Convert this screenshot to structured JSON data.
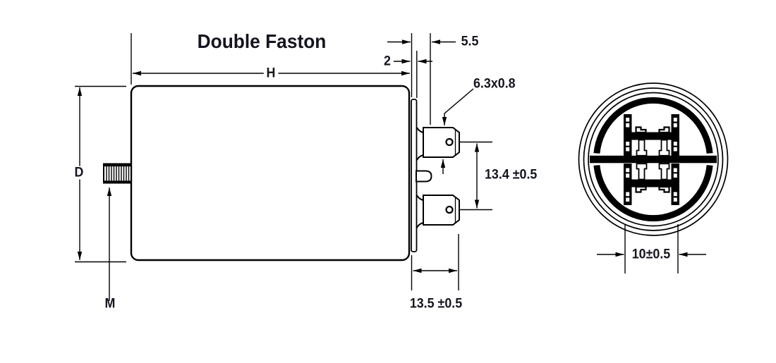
{
  "drawing": {
    "title": "Double Faston",
    "labels": {
      "height": "H",
      "diameter": "D",
      "stud_thread": "M"
    },
    "dimensions": {
      "cover_thickness": "2",
      "terminal_protrusion": "5.5",
      "tab_size": "6.3x0.8",
      "terminal_pitch": "13.4 ±0.5",
      "terminal_length": "13.5 ±0.5",
      "blade_width": "10±0.5"
    },
    "colors": {
      "line_color": "#000000",
      "text_color": "#15151f",
      "background": "#ffffff"
    }
  }
}
